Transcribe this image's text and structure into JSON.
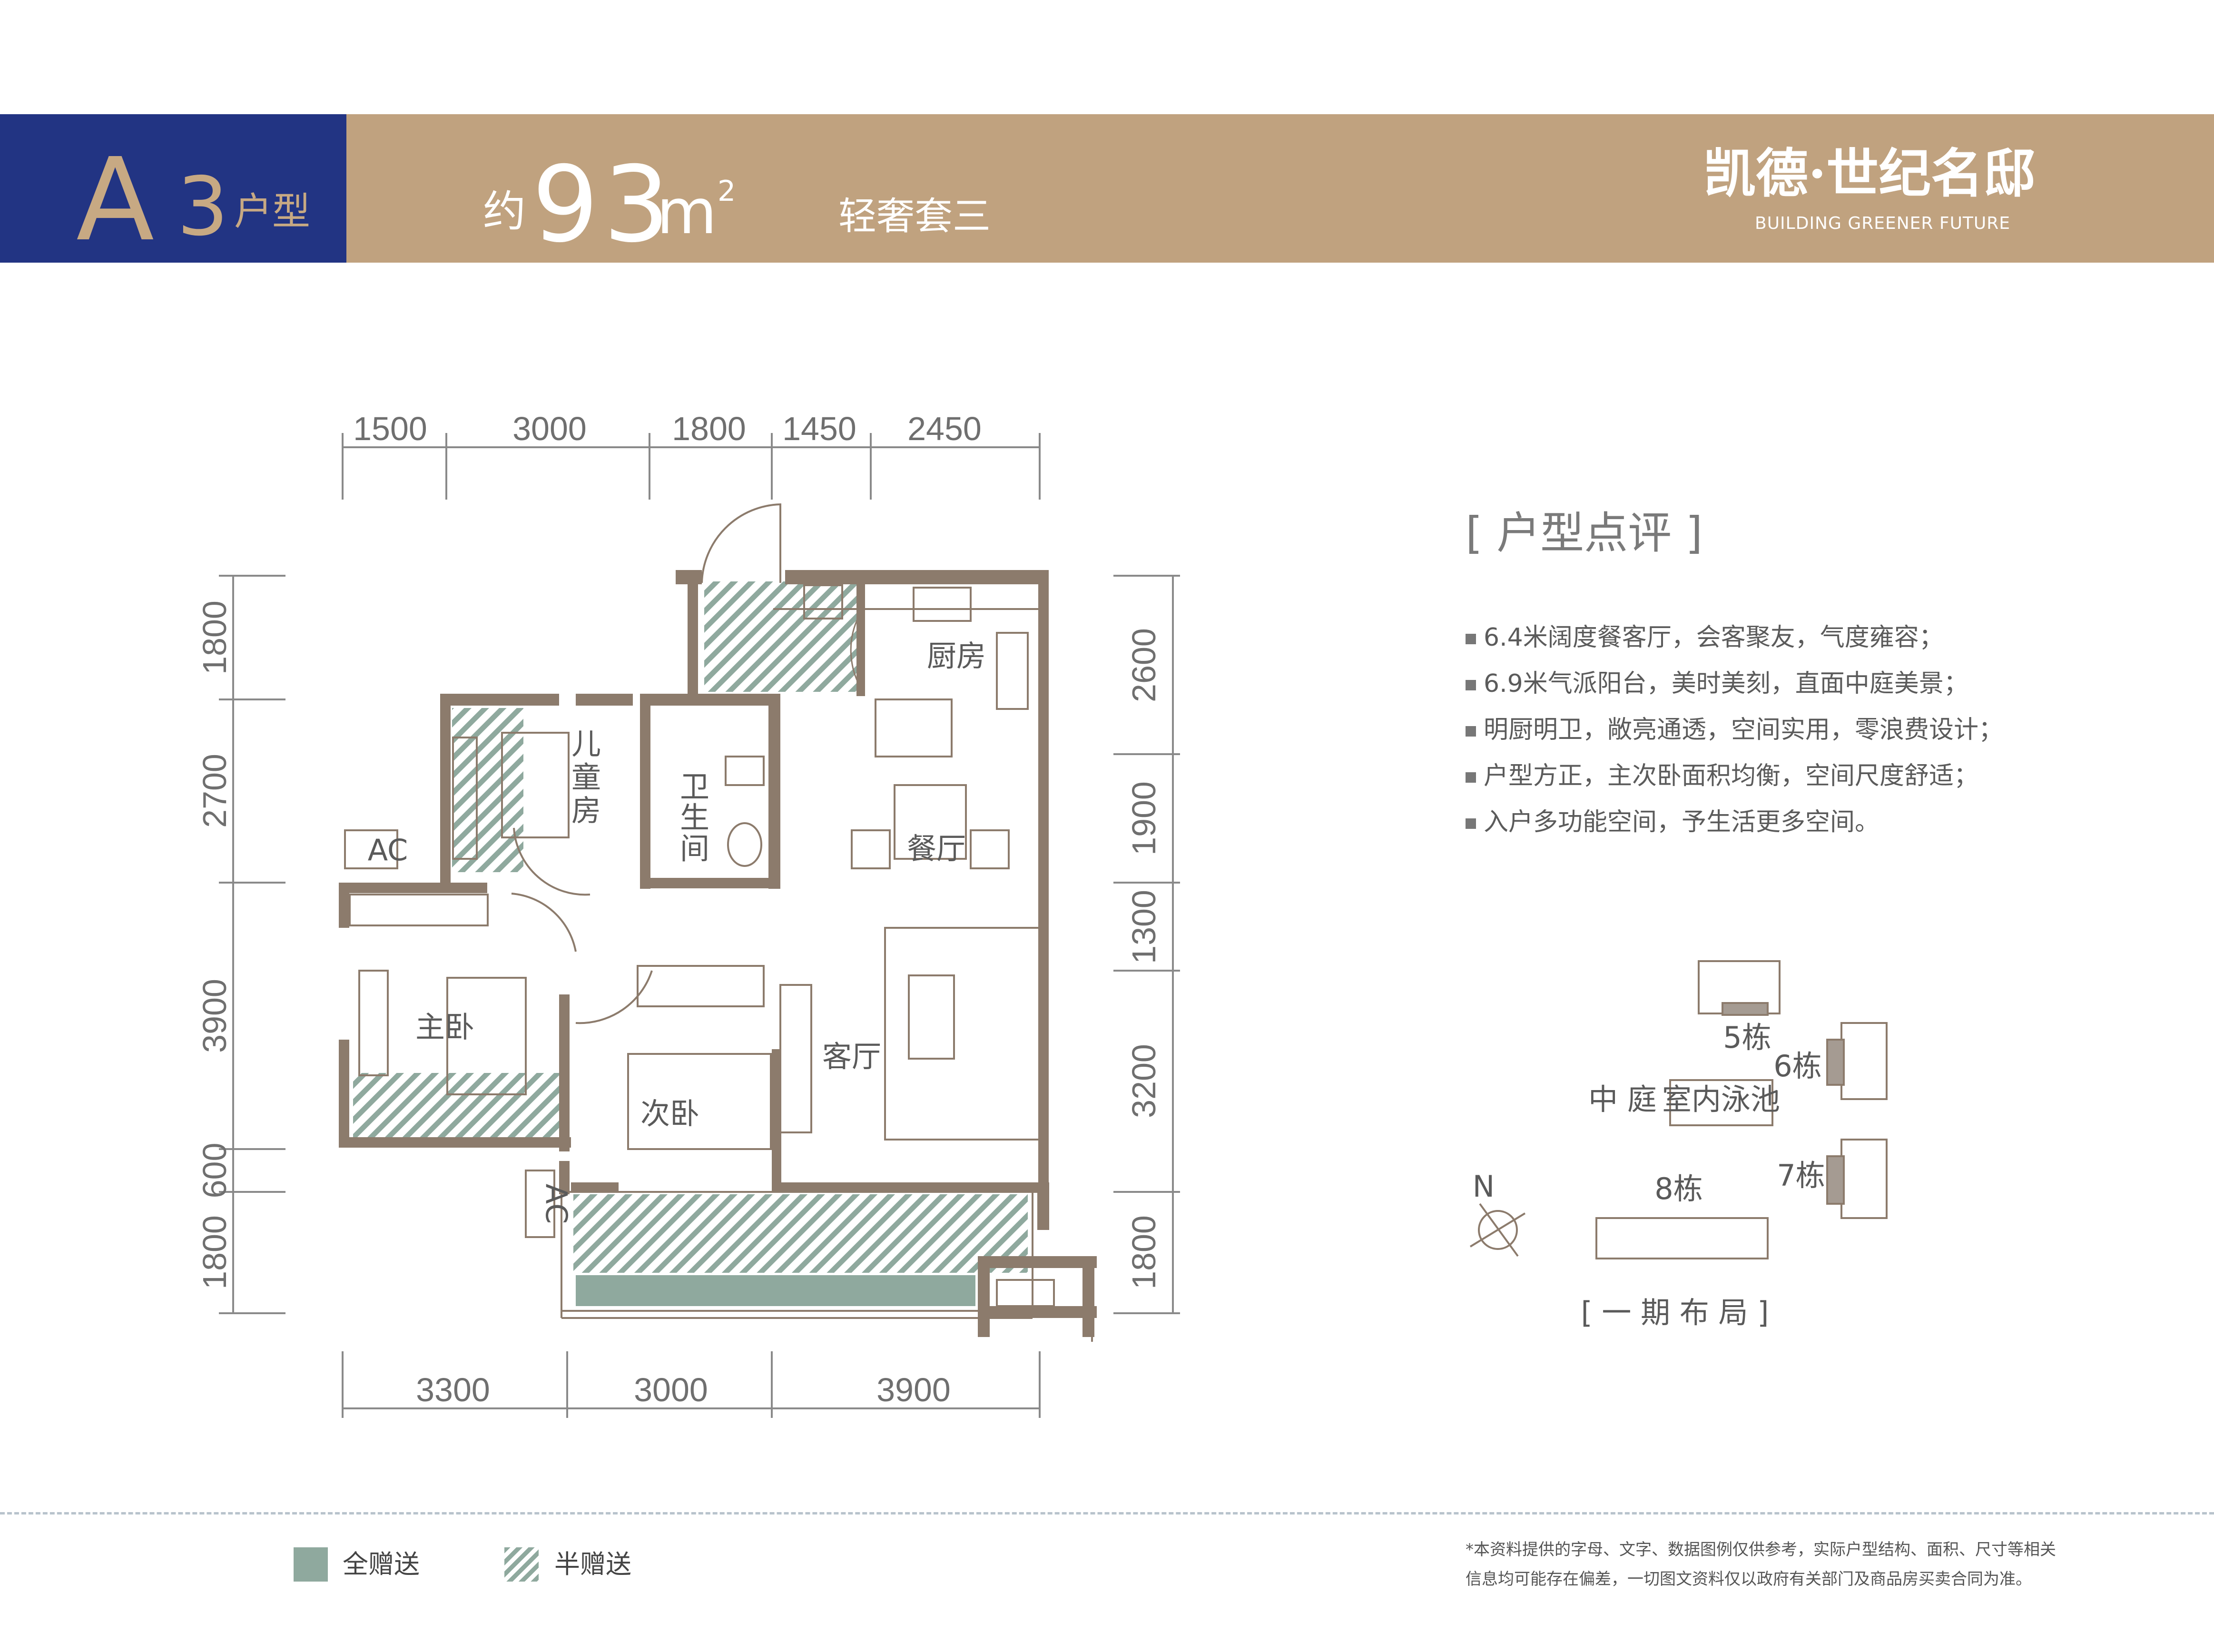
{
  "header": {
    "unit_letter": "A",
    "unit_number": "3",
    "unit_word": "户型",
    "area_prefix": "约",
    "area_value": "93",
    "area_unit": "m",
    "area_sup": "2",
    "style_label": "轻奢套三",
    "brand_name": "凯德·世纪名邸",
    "brand_tagline": "BUILDING GREENER FUTURE"
  },
  "dimensions": {
    "top": [
      "1500",
      "3000",
      "1800",
      "1450",
      "2450"
    ],
    "bottom": [
      "3300",
      "3000",
      "3900"
    ],
    "left": [
      "1800",
      "2700",
      "3900",
      "600",
      "1800"
    ],
    "right": [
      "2600",
      "1900",
      "1300",
      "3200",
      "1800"
    ]
  },
  "rooms": {
    "kitchen": "厨房",
    "kids_room": [
      "儿",
      "童",
      "房"
    ],
    "bathroom": [
      "卫",
      "生",
      "间"
    ],
    "dining": "餐厅",
    "master": "主卧",
    "second": "次卧",
    "living": "客厅",
    "ac": "AC"
  },
  "review": {
    "title": "[ 户型点评 ]",
    "items": [
      "6.4米阔度餐客厅，会客聚友，气度雍容；",
      "6.9米气派阳台，美时美刻，直面中庭美景；",
      "明厨明卫，敞亮通透，空间实用，零浪费设计；",
      "户型方正，主次卧面积均衡，空间尺度舒适；",
      "入户多功能空间，予生活更多空间。"
    ]
  },
  "site_map": {
    "building_5": "5栋",
    "building_6": "6栋",
    "building_7": "7栋",
    "building_8": "8栋",
    "courtyard": "中 庭",
    "pool": "室内泳池",
    "compass": "N",
    "caption": "[ 一 期 布 局 ]"
  },
  "legend": {
    "full_gift": "全赠送",
    "half_gift": "半赠送"
  },
  "disclaimer": {
    "line1": "*本资料提供的字母、文字、数据图例仅供参考，实际户型结构、面积、尺寸等相关",
    "line2": "信息均可能存在偏差，一切图文资料仅以政府有关部门及商品房买卖合同为准。"
  },
  "colors": {
    "header_tan": "#c0a27f",
    "header_navy": "#223483",
    "wall": "#8c7b6c",
    "gift_green": "#8fa99e"
  }
}
